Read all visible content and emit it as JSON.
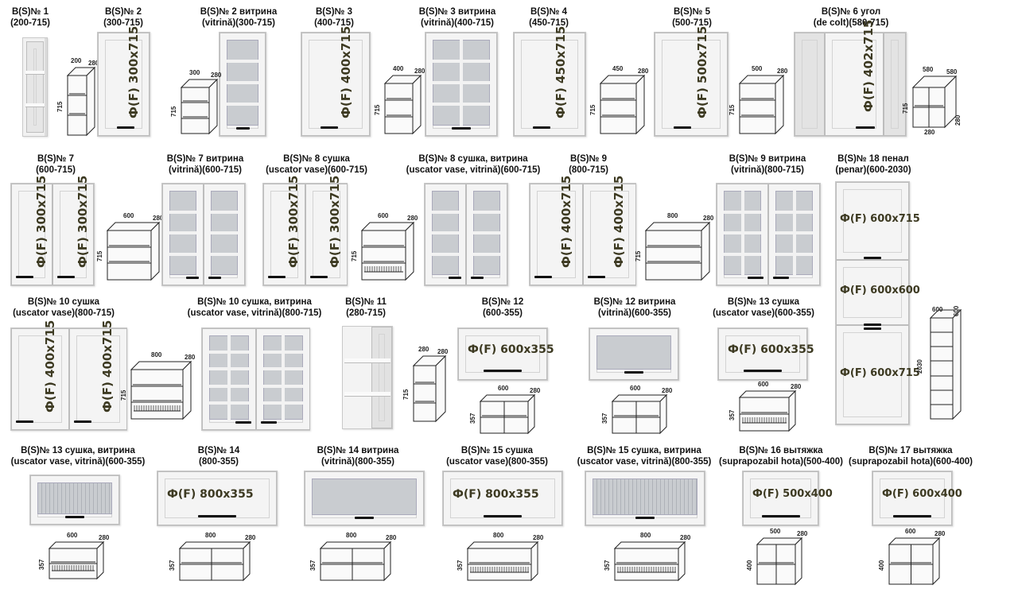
{
  "items": [
    {
      "id": "b1",
      "title": "B(S)№ 1",
      "subtitle": "(200-715)",
      "dims": [
        "200",
        "280",
        "715"
      ]
    },
    {
      "id": "b2",
      "title": "B(S)№ 2",
      "subtitle": "(300-715)",
      "front": "Ф(F) 300x715"
    },
    {
      "id": "b2v",
      "title": "B(S)№ 2 витрина",
      "subtitle": "(vitrină)(300-715)",
      "dims": [
        "300",
        "280",
        "715"
      ]
    },
    {
      "id": "b3",
      "title": "B(S)№ 3",
      "subtitle": "(400-715)",
      "front": "Ф(F) 400x715",
      "dims": [
        "400",
        "280",
        "715"
      ]
    },
    {
      "id": "b3v",
      "title": "B(S)№ 3 витрина",
      "subtitle": "(vitrină)(400-715)"
    },
    {
      "id": "b4",
      "title": "B(S)№ 4",
      "subtitle": "(450-715)",
      "front": "Ф(F) 450x715",
      "dims": [
        "450",
        "280",
        "715"
      ]
    },
    {
      "id": "b5",
      "title": "B(S)№ 5",
      "subtitle": "(500-715)",
      "front": "Ф(F) 500x715",
      "dims": [
        "500",
        "280",
        "715"
      ]
    },
    {
      "id": "b6",
      "title": "B(S)№ 6 угол",
      "subtitle": "(de colt)(580-715)",
      "front": "Ф(F) 402x715",
      "dims": [
        "580",
        "580",
        "715",
        "280",
        "280"
      ]
    },
    {
      "id": "b7",
      "title": "B(S)№ 7",
      "subtitle": "(600-715)",
      "front": "Ф(F) 300x715",
      "dims": [
        "600",
        "280",
        "715"
      ]
    },
    {
      "id": "b7v",
      "title": "B(S)№ 7 витрина",
      "subtitle": "(vitrină)(600-715)"
    },
    {
      "id": "b8",
      "title": "B(S)№ 8 сушка",
      "subtitle": "(uscator vase)(600-715)",
      "front": "Ф(F) 300x715",
      "dims": [
        "600",
        "280",
        "715"
      ]
    },
    {
      "id": "b8v",
      "title": "B(S)№ 8 сушка, витрина",
      "subtitle": "(uscator vase, vitrină)(600-715)"
    },
    {
      "id": "b9",
      "title": "B(S)№ 9",
      "subtitle": "(800-715)",
      "front": "Ф(F) 400x715",
      "dims": [
        "800",
        "280",
        "715"
      ]
    },
    {
      "id": "b9v",
      "title": "B(S)№ 9 витрина",
      "subtitle": "(vitrină)(800-715)"
    },
    {
      "id": "b18",
      "title": "B(S)№ 18 пенал",
      "subtitle": "(penar)(600-2030)",
      "fronts": [
        "Ф(F) 600x715",
        "Ф(F) 600x600",
        "Ф(F) 600x715"
      ],
      "dims": [
        "600",
        "600",
        "2030"
      ]
    },
    {
      "id": "b10",
      "title": "B(S)№ 10 сушка",
      "subtitle": "(uscator vase)(800-715)",
      "front": "Ф(F) 400x715",
      "dims": [
        "800",
        "280",
        "715"
      ]
    },
    {
      "id": "b10v",
      "title": "B(S)№ 10 сушка, витрина",
      "subtitle": "(uscator vase, vitrină)(800-715)"
    },
    {
      "id": "b11",
      "title": "B(S)№ 11",
      "subtitle": "(280-715)",
      "dims": [
        "280",
        "280",
        "715"
      ]
    },
    {
      "id": "b12",
      "title": "B(S)№ 12",
      "subtitle": "(600-355)",
      "front": "Ф(F) 600x355",
      "dims": [
        "600",
        "280",
        "357"
      ]
    },
    {
      "id": "b12v",
      "title": "B(S)№ 12 витрина",
      "subtitle": "(vitrină)(600-355)",
      "dims": [
        "600",
        "280",
        "357"
      ]
    },
    {
      "id": "b13",
      "title": "B(S)№ 13 сушка",
      "subtitle": "(uscator vase)(600-355)",
      "front": "Ф(F) 600x355",
      "dims": [
        "600",
        "280",
        "357"
      ]
    },
    {
      "id": "b13v",
      "title": "B(S)№ 13 сушка, витрина",
      "subtitle": "(uscator vase, vitrină)(600-355)",
      "dims": [
        "600",
        "280",
        "357"
      ]
    },
    {
      "id": "b14",
      "title": "B(S)№ 14",
      "subtitle": "(800-355)",
      "front": "Ф(F) 800x355",
      "dims": [
        "800",
        "280",
        "357"
      ]
    },
    {
      "id": "b14v",
      "title": "B(S)№ 14 витрина",
      "subtitle": "(vitrină)(800-355)",
      "dims": [
        "800",
        "280",
        "357"
      ]
    },
    {
      "id": "b15",
      "title": "B(S)№ 15 сушка",
      "subtitle": "(uscator vase)(800-355)",
      "front": "Ф(F) 800x355",
      "dims": [
        "800",
        "280",
        "357"
      ]
    },
    {
      "id": "b15v",
      "title": "B(S)№ 15 сушка, витрина",
      "subtitle": "(uscator vase, vitrină)(800-355)",
      "dims": [
        "800",
        "280",
        "357"
      ]
    },
    {
      "id": "b16",
      "title": "B(S)№ 16 вытяжка",
      "subtitle": "(suprapozabil hota)(500-400)",
      "front": "Ф(F) 500x400",
      "dims": [
        "500",
        "280",
        "400"
      ]
    },
    {
      "id": "b17",
      "title": "B(S)№ 17 вытяжка",
      "subtitle": "(suprapozabil hota)(600-400)",
      "front": "Ф(F) 600x400",
      "dims": [
        "600",
        "280",
        "400"
      ]
    }
  ]
}
